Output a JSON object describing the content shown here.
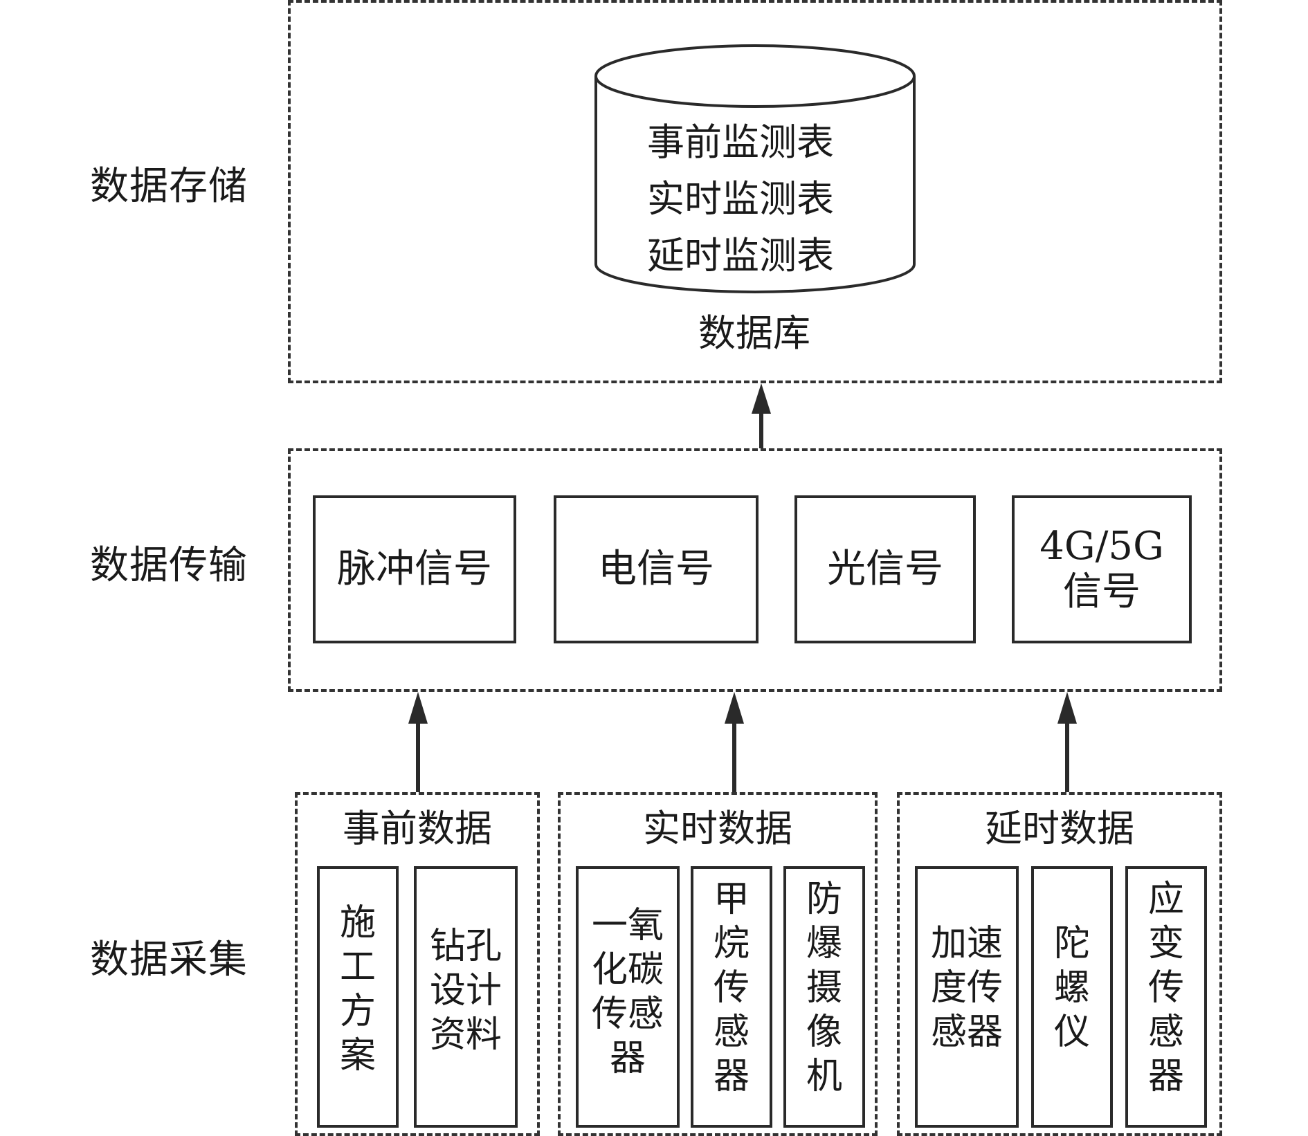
{
  "layers": {
    "storage": "数据存储",
    "transmission": "数据传输",
    "collection": "数据采集"
  },
  "database": {
    "tables": [
      "事前监测表",
      "实时监测表",
      "延时监测表"
    ],
    "label": "数据库"
  },
  "signals": [
    "脉冲信号",
    "电信号",
    "光信号",
    "4G/5G\n信号"
  ],
  "groups": [
    {
      "title": "事前数据",
      "items": [
        "施\n工\n方\n案",
        "钻孔\n设计\n资料"
      ]
    },
    {
      "title": "实时数据",
      "items": [
        "一氧\n化碳\n传感\n器",
        "甲\n烷\n传\n感\n器",
        "防\n爆\n摄\n像\n机"
      ]
    },
    {
      "title": "延时数据",
      "items": [
        "加速\n度传\n感器",
        "陀\n螺\n仪",
        "应\n变\n传\n感\n器"
      ]
    }
  ]
}
